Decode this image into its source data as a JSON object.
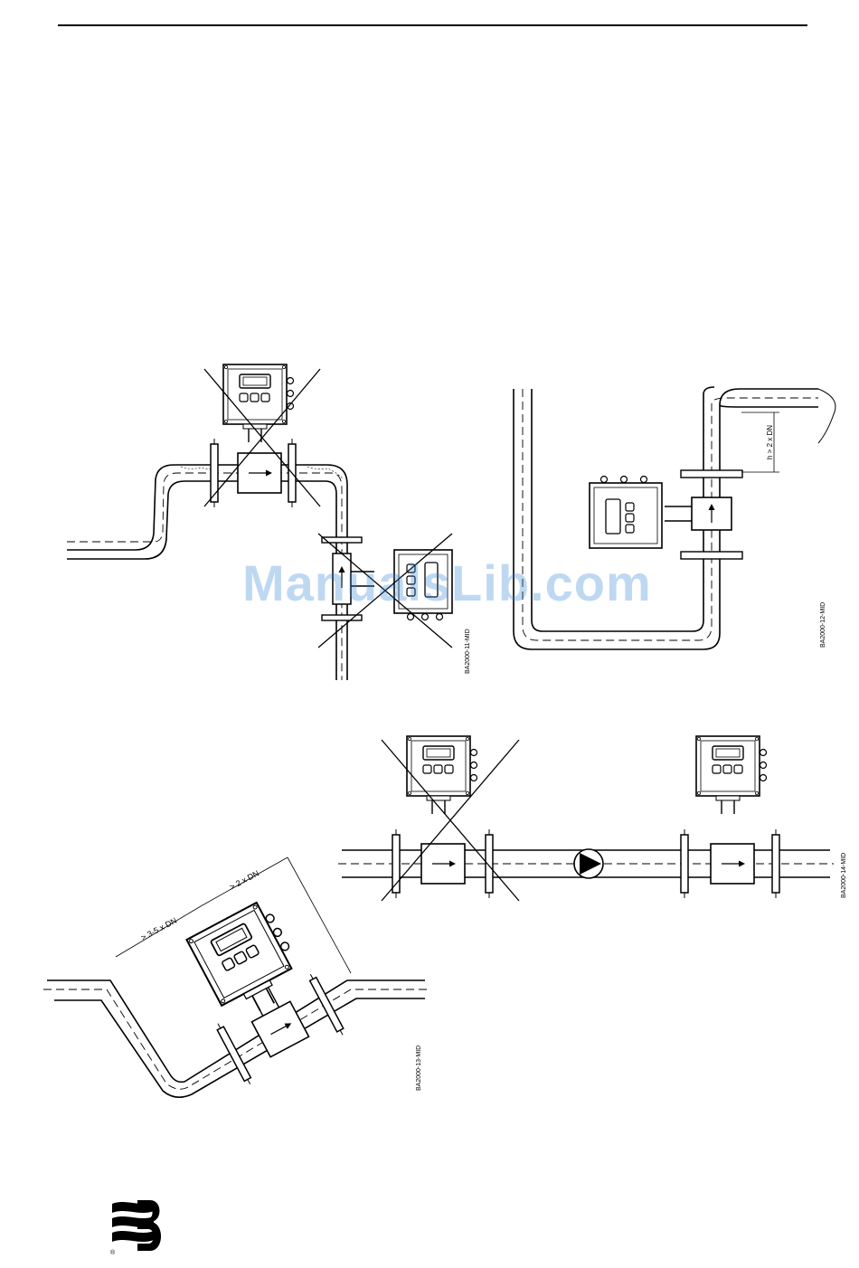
{
  "figures": [
    {
      "ref": "BA2000-11-MID"
    },
    {
      "ref": "BA2000-12-MID",
      "dimension": "h > 2 x DN"
    },
    {
      "ref": "BA2000-13-MID",
      "dimension_left": "> 3-5 x DN",
      "dimension_right": "> 2 x DN"
    },
    {
      "ref": "BA2000-14-MID"
    }
  ],
  "watermark": "ManualsLib.com",
  "logo": {
    "name": "brand-logo",
    "registered_mark": "®"
  },
  "colors": {
    "line": "#000000",
    "watermark": "#2f7fd6"
  }
}
